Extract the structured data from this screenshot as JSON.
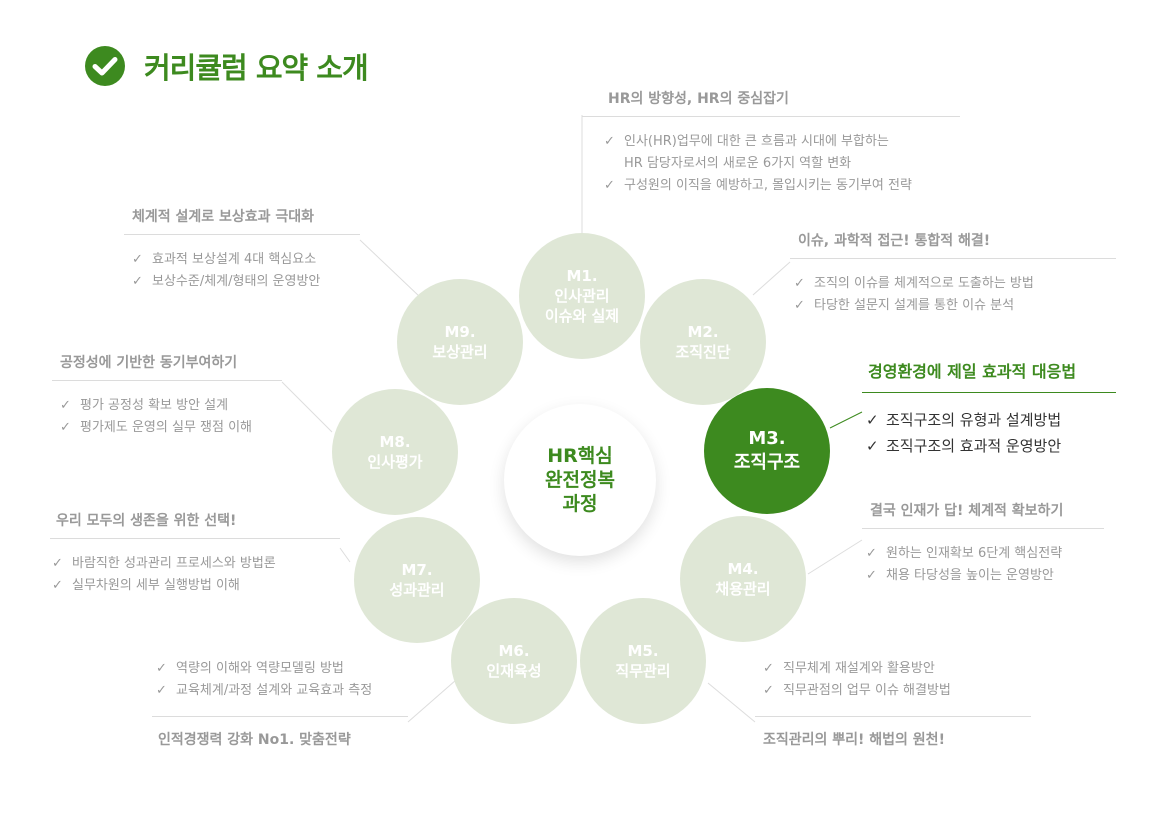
{
  "title": "커리큘럼 요약 소개",
  "colors": {
    "accent": "#3d8a1f",
    "bubble": "#dfe7d6",
    "muted": "#999999"
  },
  "center": {
    "lines": [
      "HR핵심",
      "완전정복",
      "과정"
    ]
  },
  "modules": [
    {
      "code": "M1.",
      "name_lines": [
        "인사관리",
        "이슈와 실제"
      ]
    },
    {
      "code": "M2.",
      "name_lines": [
        "조직진단"
      ]
    },
    {
      "code": "M3.",
      "name_lines": [
        "조직구조"
      ]
    },
    {
      "code": "M4.",
      "name_lines": [
        "채용관리"
      ]
    },
    {
      "code": "M5.",
      "name_lines": [
        "직무관리"
      ]
    },
    {
      "code": "M6.",
      "name_lines": [
        "인재육성"
      ]
    },
    {
      "code": "M7.",
      "name_lines": [
        "성과관리"
      ]
    },
    {
      "code": "M8.",
      "name_lines": [
        "인사평가"
      ]
    },
    {
      "code": "M9.",
      "name_lines": [
        "보상관리"
      ]
    }
  ],
  "descriptions": [
    {
      "heading": "HR의 방향성, HR의 중심잡기",
      "items": [
        "인사(HR)업무에  대한 큰 흐름과 시대에 부합하는",
        "HR 담당자로서의 새로운 6가지 역할 변화",
        "구성원의 이직을 예방하고, 몰입시키는 동기부여 전략"
      ]
    },
    {
      "heading": "이슈, 과학적 접근! 통합적 해결!",
      "items": [
        "조직의 이슈를 체계적으로 도출하는 방법",
        "타당한 설문지 설계를 통한 이슈 분석"
      ]
    },
    {
      "heading": "경영환경에 제일 효과적 대응법",
      "items": [
        "조직구조의  유형과  설계방법",
        "조직구조의  효과적  운영방안"
      ]
    },
    {
      "heading": "결국 인재가 답! 체계적 확보하기",
      "items": [
        "원하는 인재확보 6단계 핵심전략",
        "채용 타당성을 높이는 운영방안"
      ]
    },
    {
      "heading": "조직관리의  뿌리!  해법의 원천!",
      "items": [
        "직무체계 재설계와 활용방안",
        "직무관점의 업무 이슈 해결방법"
      ]
    },
    {
      "heading": "인적경쟁력  강화 No1.  맞춤전략",
      "items": [
        "역량의 이해와 역량모델링 방법",
        "교육체계/과정 설계와 교육효과 측정"
      ]
    },
    {
      "heading": "우리 모두의 생존을 위한 선택!",
      "items": [
        "바람직한 성과관리 프로세스와 방법론",
        "실무차원의 세부 실행방법 이해"
      ]
    },
    {
      "heading": "공정성에 기반한 동기부여하기",
      "items": [
        "평가 공정성 확보 방안 설계",
        "평가제도 운영의 실무 쟁점 이해"
      ]
    },
    {
      "heading": "체계적 설계로 보상효과 극대화",
      "items": [
        "효과적 보상설계 4대 핵심요소",
        "보상수준/체계/형태의  운영방안"
      ]
    }
  ],
  "check_mark": "✓",
  "icons": [
    "check-circle-icon",
    "check-mark-icon"
  ]
}
